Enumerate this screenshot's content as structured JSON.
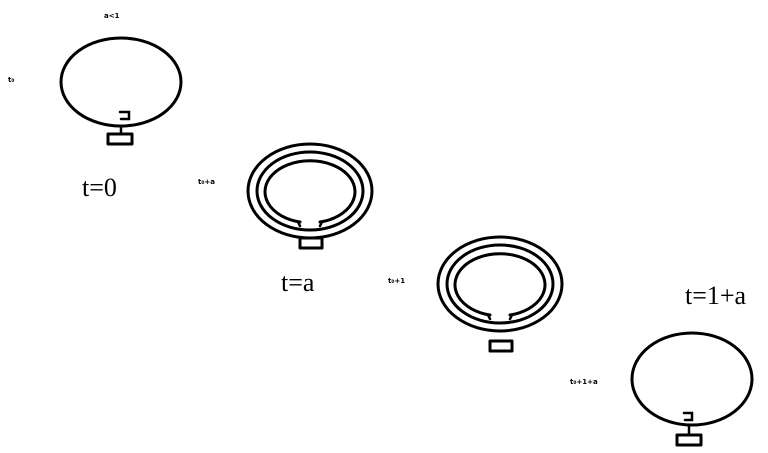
{
  "stages": [
    {
      "time_label": "t=0",
      "side_mark": "t₀",
      "top_mark": "a<1",
      "kind": "single-loop"
    },
    {
      "time_label": "t=a",
      "side_mark": "t₀+a",
      "top_mark": "",
      "kind": "triple-loop"
    },
    {
      "time_label": "",
      "side_mark": "t₀+1",
      "top_mark": "",
      "kind": "triple-loop"
    },
    {
      "time_label": "t=1+a",
      "side_mark": "t₀+1+a",
      "top_mark": "",
      "kind": "single-loop"
    }
  ],
  "colors": {
    "ink": "#000000",
    "background": "#ffffff"
  }
}
